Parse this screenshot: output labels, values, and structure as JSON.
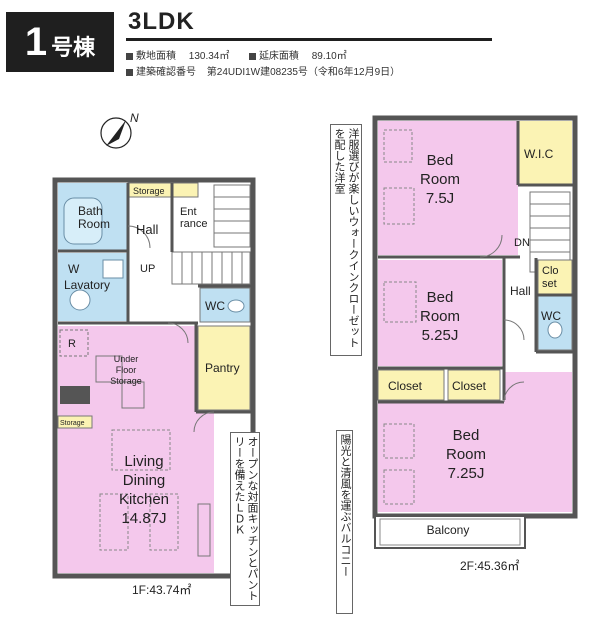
{
  "header": {
    "house_number": "1",
    "house_unit": "号棟",
    "layout_type": "3LDK"
  },
  "specs": {
    "site_area_label": "敷地面積",
    "site_area_value": "130.34㎡",
    "floor_area_label": "延床面積",
    "floor_area_value": "89.10㎡",
    "confirmation_label": "建築確認番号",
    "confirmation_value": "第24UDI1W建08235号（令和6年12月9日）"
  },
  "compass_letter": "N",
  "floor1": {
    "area_label": "1F:43.74㎡",
    "rooms": {
      "bath": "Bath\nRoom",
      "lavatory": "Lavatory",
      "lavatory_w": "W",
      "storage_top": "Storage",
      "hall": "Hall",
      "up": "UP",
      "entrance": "Ent\nrance",
      "wc": "WC",
      "refrigerator_r": "R",
      "under_floor": "Under\nFloor\nStorage",
      "pantry": "Pantry",
      "storage_small": "Storage",
      "ldk": "Living\nDining\nKitchen\n14.87J"
    },
    "note": "オープンな対面キッチンとパントリーを備えたＬＤＫ"
  },
  "floor2": {
    "area_label": "2F:45.36㎡",
    "rooms": {
      "bed1": "Bed\nRoom\n7.5J",
      "wic": "W.I.C",
      "dn": "DN",
      "bed2": "Bed\nRoom\n5.25J",
      "hall": "Hall",
      "closet_small": "Clo\nset",
      "wc": "WC",
      "closet1": "Closet",
      "closet2": "Closet",
      "bed3": "Bed\nRoom\n7.25J",
      "balcony": "Balcony"
    },
    "note_top": "洋服選びが楽しいウォークインクローゼットを配した洋室",
    "note_bottom": "陽光と清風を運ぶバルコニー"
  },
  "colors": {
    "pink": "#f4c8ec",
    "blue": "#bfe0f2",
    "yellow": "#fbf3b4",
    "wall": "#555555",
    "dark": "#1f1f1f"
  }
}
